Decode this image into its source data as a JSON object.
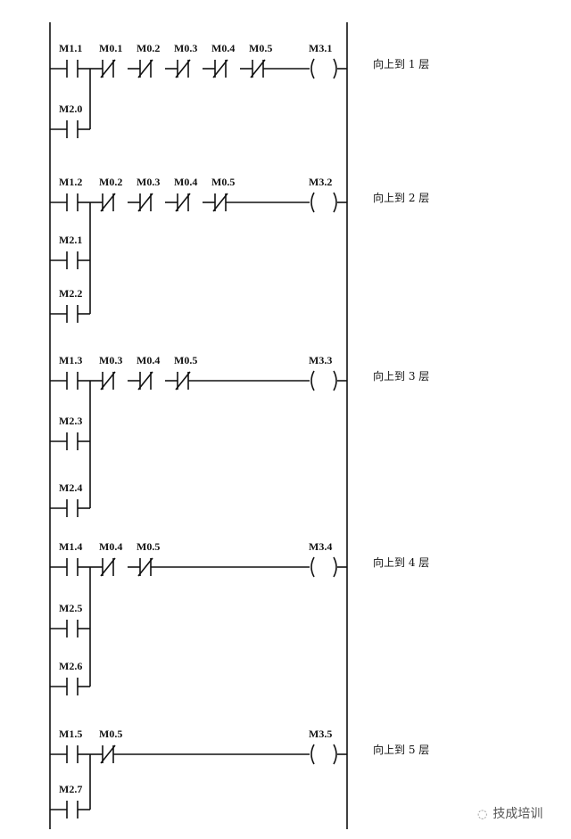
{
  "diagram": {
    "type": "ladder",
    "rungs": [
      {
        "inputs": [
          "M1.1",
          "M2.0"
        ],
        "nc_contacts": [
          "M0.1",
          "M0.2",
          "M0.3",
          "M0.4",
          "M0.5"
        ],
        "coil": "M3.1",
        "comment": "向上到 1 层"
      },
      {
        "inputs": [
          "M1.2",
          "M2.1",
          "M2.2"
        ],
        "nc_contacts": [
          "M0.2",
          "M0.3",
          "M0.4",
          "M0.5"
        ],
        "coil": "M3.2",
        "comment": "向上到 2 层"
      },
      {
        "inputs": [
          "M1.3",
          "M2.3",
          "M2.4"
        ],
        "nc_contacts": [
          "M0.3",
          "M0.4",
          "M0.5"
        ],
        "coil": "M3.3",
        "comment": "向上到 3 层"
      },
      {
        "inputs": [
          "M1.4",
          "M2.5",
          "M2.6"
        ],
        "nc_contacts": [
          "M0.4",
          "M0.5"
        ],
        "coil": "M3.4",
        "comment": "向上到 4 层"
      },
      {
        "inputs": [
          "M1.5",
          "M2.7"
        ],
        "nc_contacts": [
          "M0.5"
        ],
        "coil": "M3.5",
        "comment": "向上到 5 层"
      }
    ]
  },
  "watermark": {
    "icon": "wechat-icon",
    "text": "技成培训"
  }
}
